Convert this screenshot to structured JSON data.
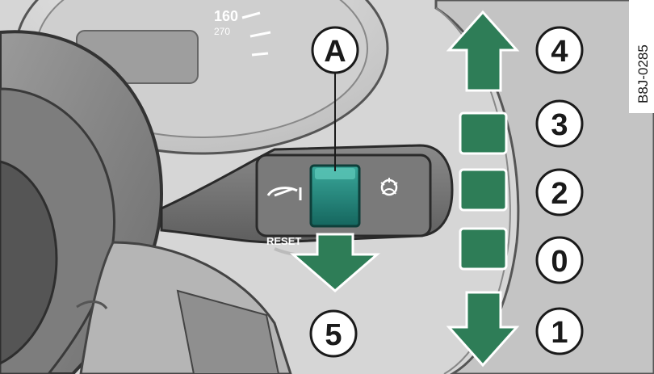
{
  "figure_code": "B8J-0285",
  "speedometer": {
    "speed_marks": [
      "160",
      "270"
    ]
  },
  "stalk": {
    "reset_label": "RESET",
    "rear_wiper_icon": "rear-wiper-icon",
    "washer_icon": "washer-icon"
  },
  "callouts": {
    "A": "A",
    "one": "1",
    "two": "2",
    "three": "3",
    "four": "4",
    "five": "5",
    "zero": "0"
  },
  "colors": {
    "arrow_green": "#2e7d57",
    "switch_teal": "#1f7f76",
    "callout_fill": "#ffffff",
    "callout_stroke": "#1a1a1a"
  }
}
